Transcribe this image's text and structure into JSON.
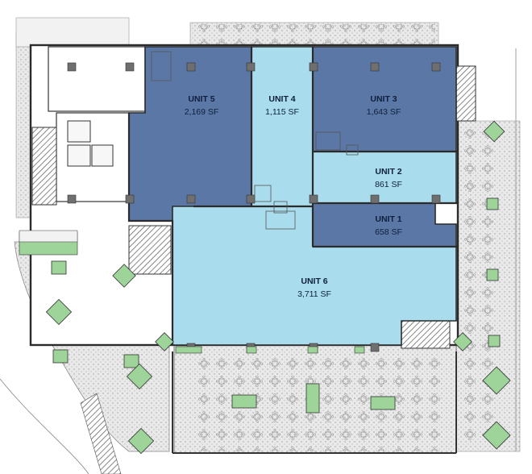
{
  "colors": {
    "dark_unit": "#5b77a6",
    "light_unit": "#a9dcec",
    "planter": "#9ed39a",
    "paving": "#eeeeee",
    "core": "#ffffff"
  },
  "units": [
    {
      "id": "unit-5",
      "label": "UNIT 5",
      "area": "2,169 SF",
      "shade": "dark"
    },
    {
      "id": "unit-4",
      "label": "UNIT 4",
      "area": "1,115 SF",
      "shade": "light"
    },
    {
      "id": "unit-3",
      "label": "UNIT 3",
      "area": "1,643 SF",
      "shade": "dark"
    },
    {
      "id": "unit-2",
      "label": "UNIT 2",
      "area": "861 SF",
      "shade": "light"
    },
    {
      "id": "unit-1",
      "label": "UNIT 1",
      "area": "658 SF",
      "shade": "dark"
    },
    {
      "id": "unit-6",
      "label": "UNIT 6",
      "area": "3,711 SF",
      "shade": "light"
    }
  ]
}
